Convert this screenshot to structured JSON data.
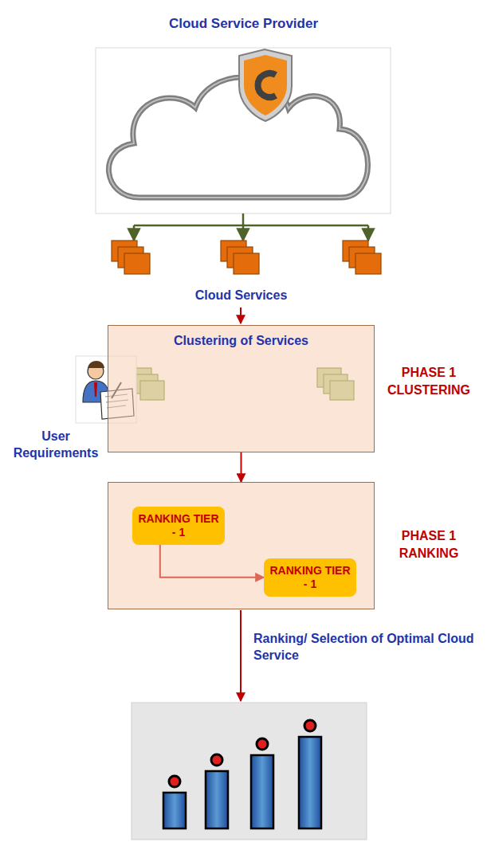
{
  "diagram": {
    "title": "Cloud Service Provider",
    "nodes": [
      {
        "text": [
          "Clustering of Services",
          "PHASE 1 CLUSTERING"
        ]
      },
      {
        "text": [
          "PHASE 1 RANKING"
        ]
      },
      {
        "text": [
          "RANKING TIER - 1"
        ],
        "in": 1
      },
      {
        "text": [
          "RANKING TIER - 1"
        ],
        "in": 1
      }
    ],
    "edges": [
      {
        "from": 0,
        "to": 1,
        "arrow": "to"
      },
      {
        "from": 2,
        "to": 3,
        "arrow": "to"
      }
    ],
    "labels": [
      "Cloud Services",
      "User Requirements",
      "Ranking/ Selection of Optimal Cloud Service"
    ]
  }
}
